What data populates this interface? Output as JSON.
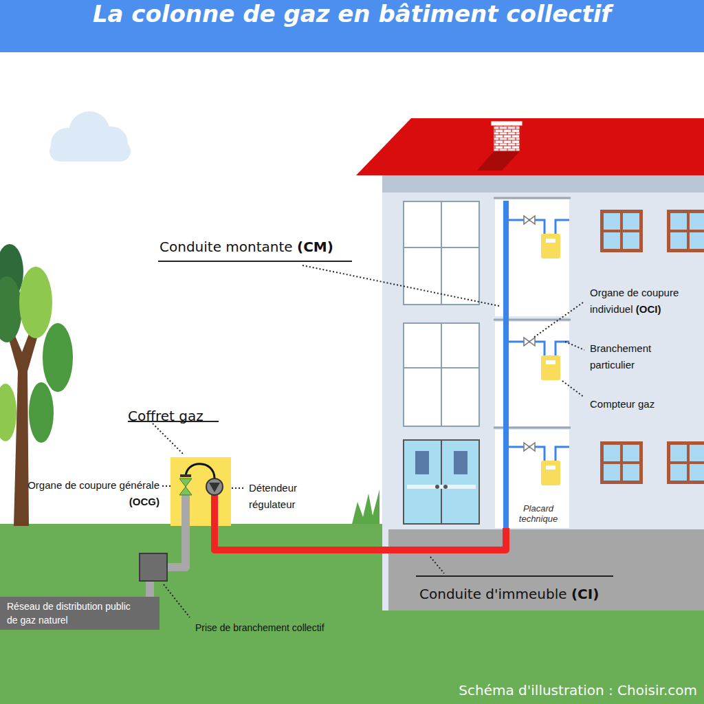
{
  "diagram": {
    "title": "La colonne de gaz en bâtiment collectif",
    "caption": "Schéma d'illustration : Choisir.com",
    "nodes": [
      {
        "text": [
          "Réseau de distribution public de gaz naturel"
        ]
      },
      {
        "text": [
          "Coffret gaz"
        ]
      },
      {
        "text": [
          "Placard technique"
        ]
      }
    ],
    "edges": [
      {
        "from": 0,
        "to": 1,
        "arrow": "none"
      },
      {
        "from": 1,
        "to": 2,
        "arrow": "none"
      }
    ],
    "labels": [
      "Conduite montante (CM)",
      "Organe de coupure individuel (OCI)",
      "Branchement particulier",
      "Compteur gaz",
      "Organe de coupure générale (OCG)",
      "Détendeur régulateur",
      "Prise de branchement collectif",
      "Conduite d'immeuble (CI)"
    ]
  }
}
